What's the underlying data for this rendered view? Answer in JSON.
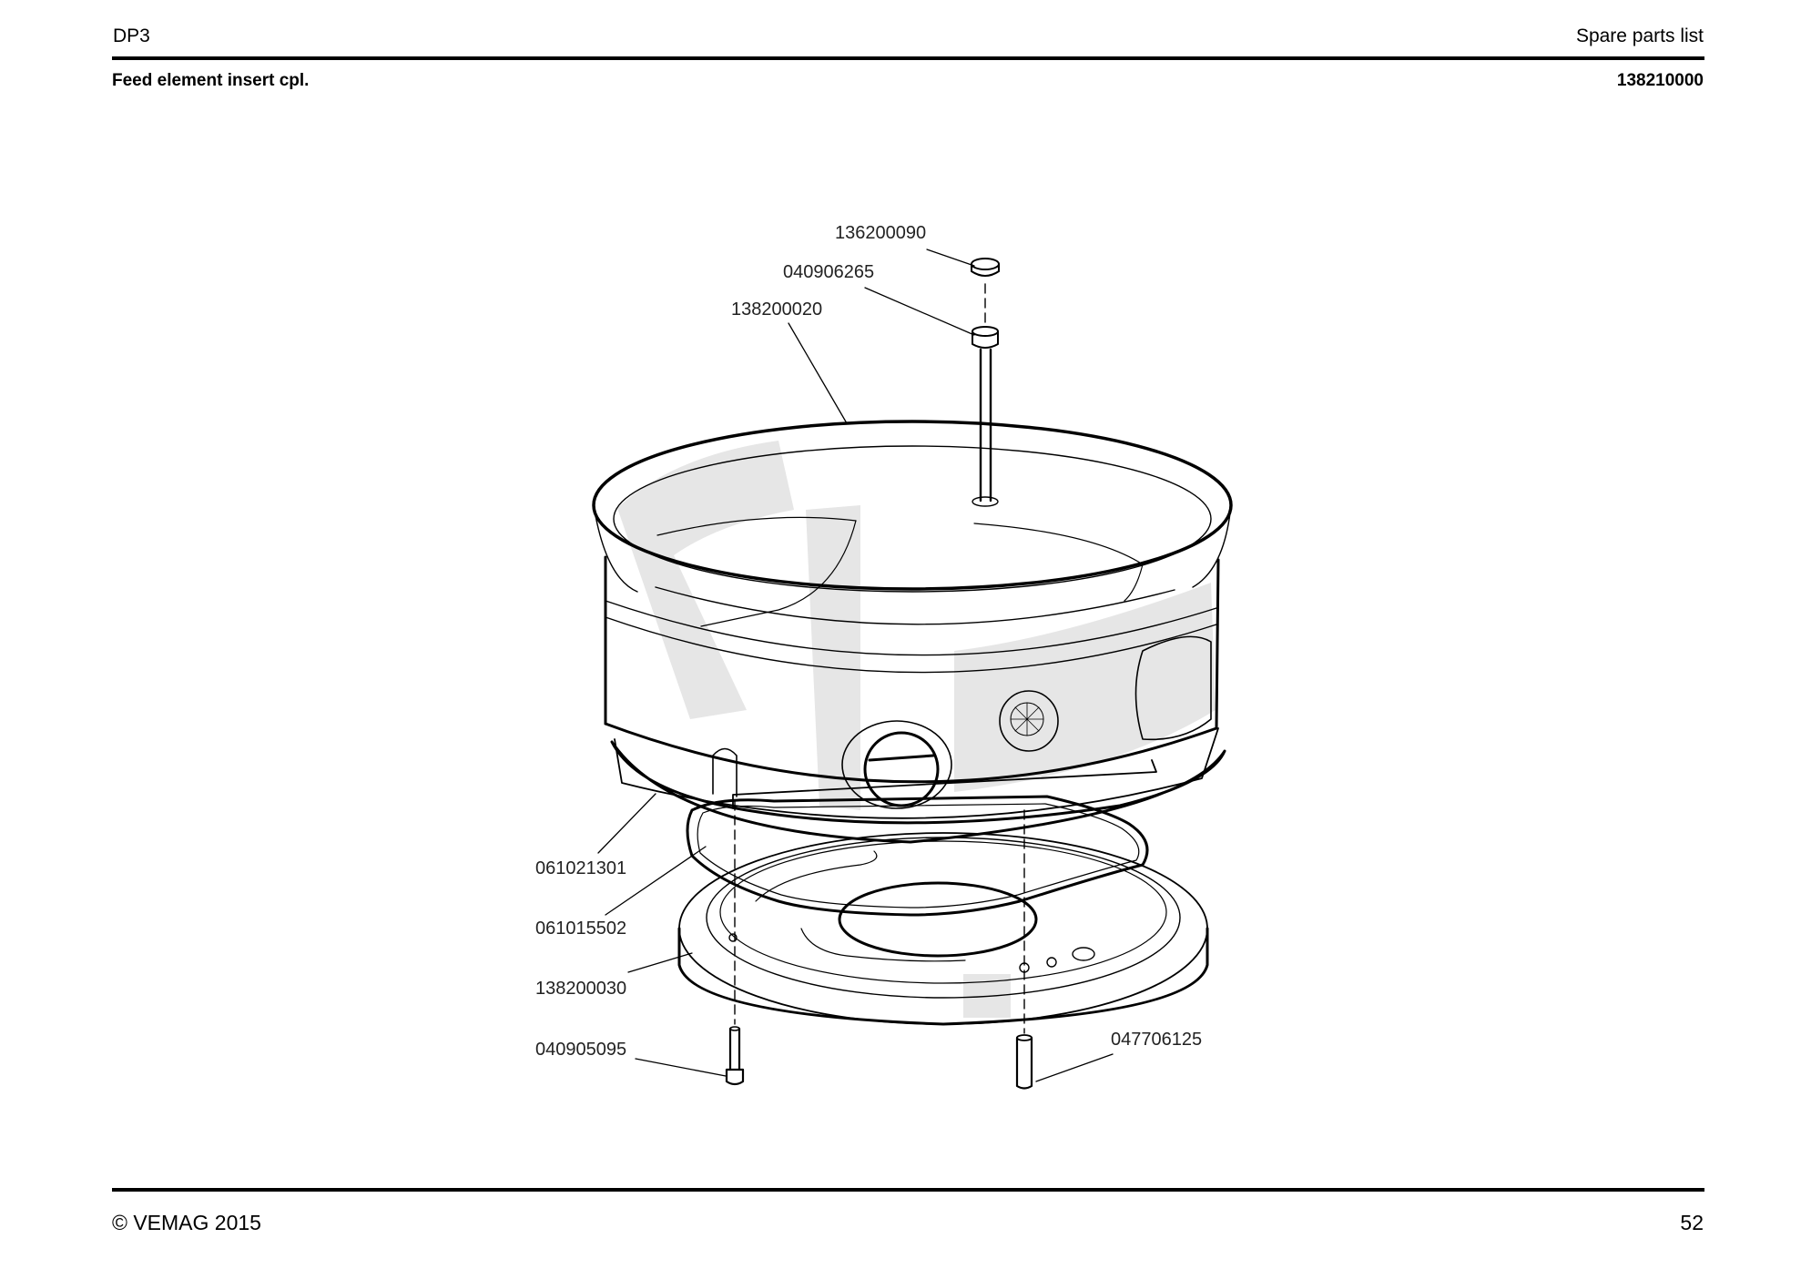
{
  "header": {
    "model": "DP3",
    "doc_type": "Spare parts list"
  },
  "subheader": {
    "assembly_name": "Feed element insert cpl.",
    "assembly_number": "138210000"
  },
  "footer": {
    "copyright": "© VEMAG 2015",
    "page_number": "52"
  },
  "parts": {
    "p136200090": "136200090",
    "p040906265": "040906265",
    "p138200020": "138200020",
    "p061021301": "061021301",
    "p061015502": "061015502",
    "p138200030": "138200030",
    "p040905095": "040905095",
    "p047706125": "047706125"
  }
}
